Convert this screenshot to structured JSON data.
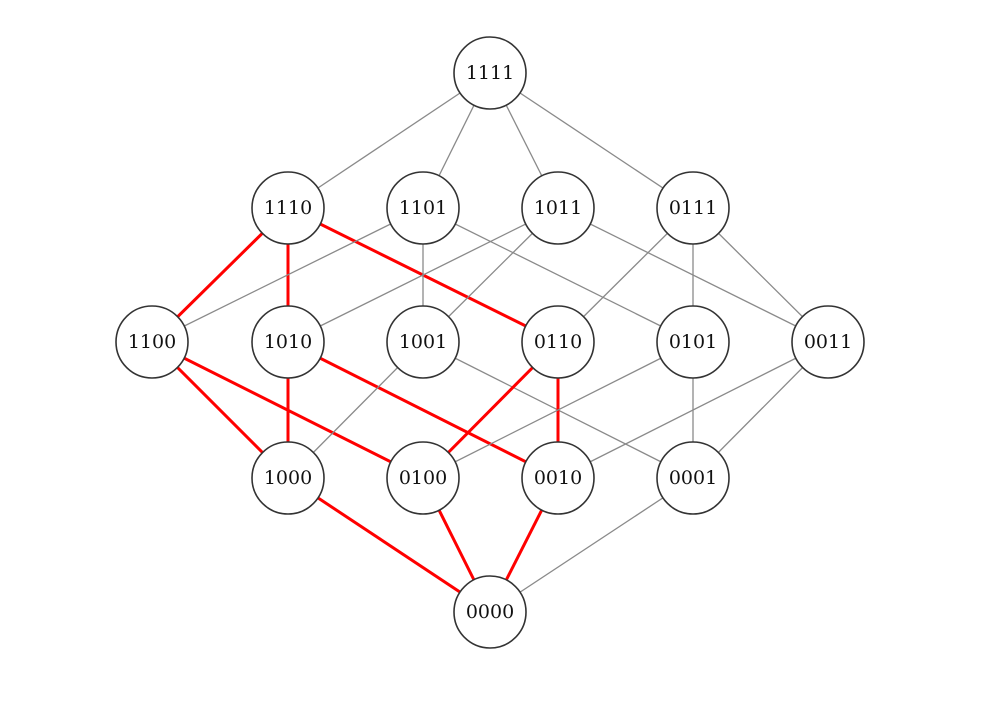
{
  "diagram": {
    "nodes": [
      "1111",
      "1110",
      "1101",
      "1011",
      "0111",
      "1100",
      "1010",
      "1001",
      "0110",
      "0101",
      "0011",
      "1000",
      "0100",
      "0010",
      "0001",
      "0000"
    ],
    "highlight_color": "#ff0000",
    "edge_color": "#8a8a8a",
    "edges": [
      {
        "from": "1111",
        "to": "1110",
        "highlighted": false
      },
      {
        "from": "1111",
        "to": "1101",
        "highlighted": false
      },
      {
        "from": "1111",
        "to": "1011",
        "highlighted": false
      },
      {
        "from": "1111",
        "to": "0111",
        "highlighted": false
      },
      {
        "from": "1110",
        "to": "1100",
        "highlighted": true
      },
      {
        "from": "1110",
        "to": "1010",
        "highlighted": true
      },
      {
        "from": "1110",
        "to": "0110",
        "highlighted": true
      },
      {
        "from": "1101",
        "to": "1100",
        "highlighted": false
      },
      {
        "from": "1101",
        "to": "1001",
        "highlighted": false
      },
      {
        "from": "1101",
        "to": "0101",
        "highlighted": false
      },
      {
        "from": "1011",
        "to": "1010",
        "highlighted": false
      },
      {
        "from": "1011",
        "to": "1001",
        "highlighted": false
      },
      {
        "from": "1011",
        "to": "0011",
        "highlighted": false
      },
      {
        "from": "0111",
        "to": "0110",
        "highlighted": false
      },
      {
        "from": "0111",
        "to": "0101",
        "highlighted": false
      },
      {
        "from": "0111",
        "to": "0011",
        "highlighted": false
      },
      {
        "from": "1100",
        "to": "1000",
        "highlighted": true
      },
      {
        "from": "1100",
        "to": "0100",
        "highlighted": true
      },
      {
        "from": "1010",
        "to": "1000",
        "highlighted": true
      },
      {
        "from": "1010",
        "to": "0010",
        "highlighted": true
      },
      {
        "from": "1001",
        "to": "1000",
        "highlighted": false
      },
      {
        "from": "1001",
        "to": "0001",
        "highlighted": false
      },
      {
        "from": "0110",
        "to": "0100",
        "highlighted": true
      },
      {
        "from": "0110",
        "to": "0010",
        "highlighted": true
      },
      {
        "from": "0101",
        "to": "0100",
        "highlighted": false
      },
      {
        "from": "0101",
        "to": "0001",
        "highlighted": false
      },
      {
        "from": "0011",
        "to": "0010",
        "highlighted": false
      },
      {
        "from": "0011",
        "to": "0001",
        "highlighted": false
      },
      {
        "from": "1000",
        "to": "0000",
        "highlighted": true
      },
      {
        "from": "0100",
        "to": "0000",
        "highlighted": true
      },
      {
        "from": "0010",
        "to": "0000",
        "highlighted": true
      },
      {
        "from": "0001",
        "to": "0000",
        "highlighted": false
      }
    ]
  }
}
